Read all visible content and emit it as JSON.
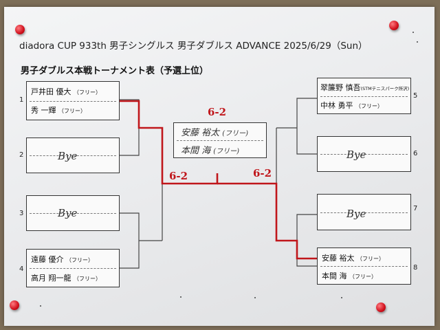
{
  "header": {
    "title": "diadora CUP 933th 男子シングルス 男子ダブルス ADVANCE 2025/6/29（Sun）",
    "subtitle": "男子ダブルス本戦トーナメント表（予選上位）"
  },
  "left": [
    {
      "num": "1",
      "p1": "戸井田 優大",
      "c1": "（フリー）",
      "p2": "秀 一輝",
      "c2": "（フリー）"
    },
    {
      "num": "2",
      "bye": "Bye"
    },
    {
      "num": "3",
      "bye": "Bye"
    },
    {
      "num": "4",
      "p1": "遠藤 優介",
      "c1": "（フリー）",
      "p2": "高月 翔一龍",
      "c2": "（フリー）"
    }
  ],
  "right": [
    {
      "num": "5",
      "p1": "翠簾野 慎吾",
      "c1": "(STMテニスパーク所沢)",
      "p2": "中林 勇平",
      "c2": "（フリー）"
    },
    {
      "num": "6",
      "bye": "Bye"
    },
    {
      "num": "7",
      "bye": "Bye"
    },
    {
      "num": "8",
      "p1": "安藤 裕太",
      "c1": "（フリー）",
      "p2": "本間 海",
      "c2": "（フリー）"
    }
  ],
  "center": {
    "p1": "安藤 裕太",
    "c1": "(フリー)",
    "p2": "本間 海",
    "c2": "(フリー)"
  },
  "scores": {
    "final": "6-2",
    "left_semi": "6-2",
    "right_semi": "6-2"
  },
  "colors": {
    "bracket": "#444444",
    "winner": "#c0161b"
  }
}
